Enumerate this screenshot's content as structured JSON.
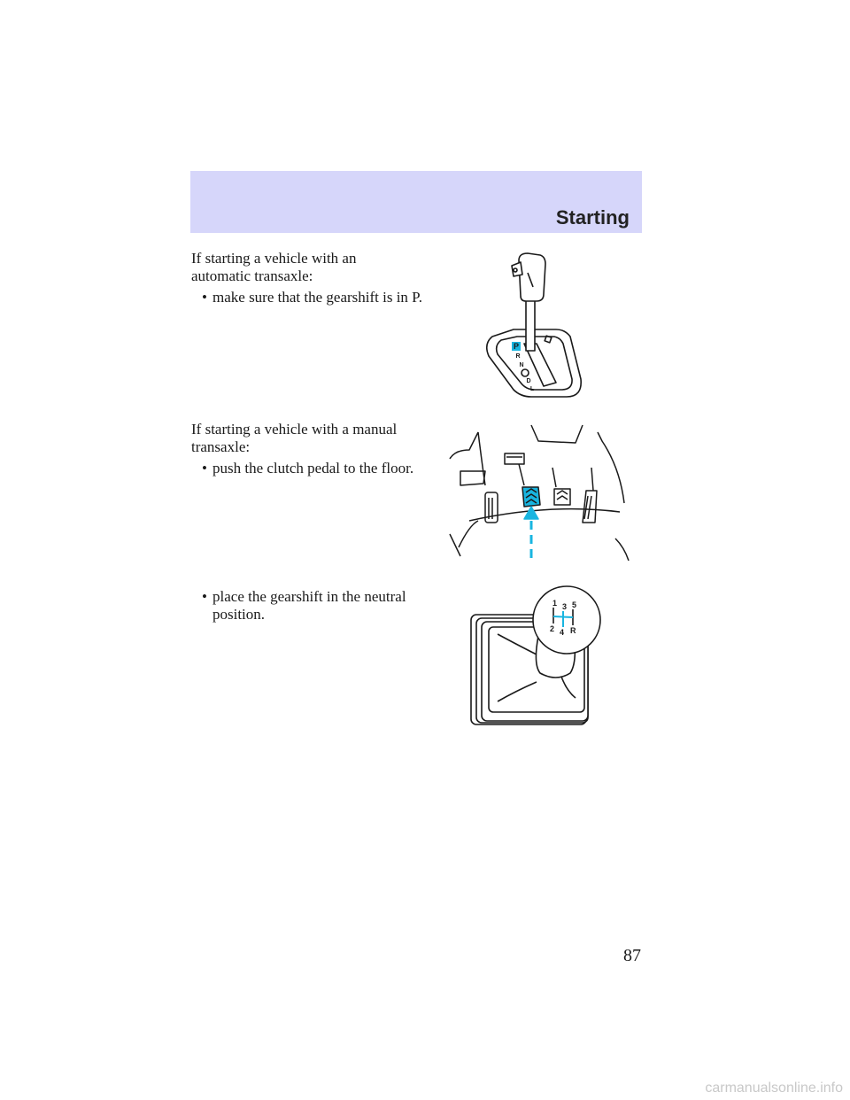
{
  "header": {
    "section_title": "Starting"
  },
  "auto": {
    "intro": "If starting a vehicle with an automatic transaxle:",
    "bullet_symbol": "•",
    "bullet": "make sure that the gearshift is in P."
  },
  "manual": {
    "intro": "If starting a vehicle with a manual transaxle:",
    "bullet_symbol": "•",
    "bullet1": "push the clutch pedal to the floor.",
    "bullet2": "place the gearshift in the neutral position."
  },
  "illustrations": {
    "auto_shift_letters": [
      "P",
      "R",
      "N",
      "D",
      "L"
    ],
    "manual_pattern": [
      "1",
      "3",
      "5",
      "2",
      "4",
      "R"
    ],
    "accent_color": "#19b5e0"
  },
  "page_number": "87",
  "watermark": "carmanualsonline.info"
}
